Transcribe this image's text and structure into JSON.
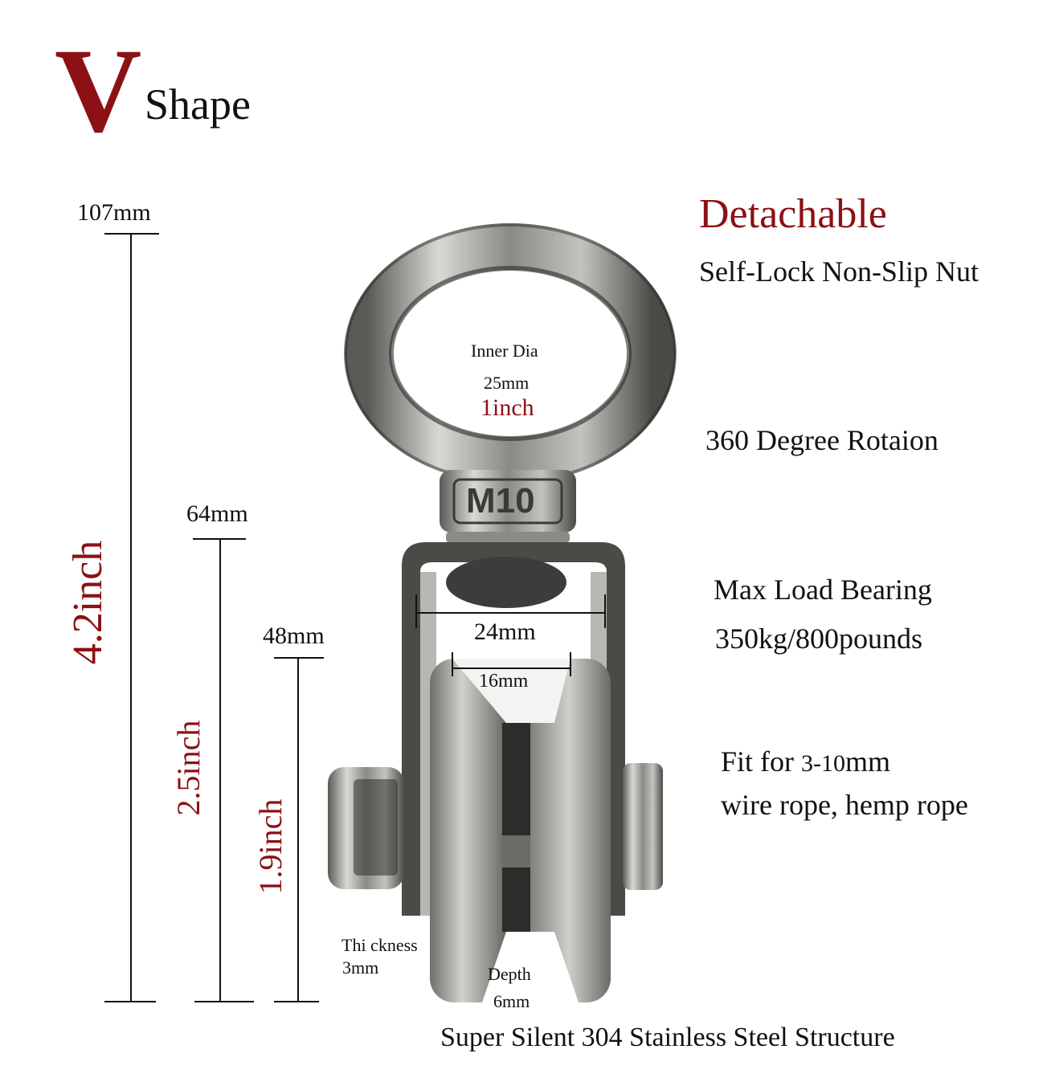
{
  "header": {
    "title_letter": "V",
    "title_word": "Shape"
  },
  "dimensions": {
    "overall_height": {
      "mm": "107mm",
      "inch": "4.2inch"
    },
    "bracket_height": {
      "mm": "64mm",
      "inch": "2.5inch"
    },
    "wheel_height": {
      "mm": "48mm",
      "inch": "1.9inch"
    },
    "bracket_inner_width": "24mm",
    "groove_width": "16mm",
    "ring": {
      "label": "Inner Dia",
      "mm": "25mm",
      "inch": "1inch",
      "thread": "M10"
    },
    "thickness": {
      "label": "Thi ckness",
      "value": "3mm"
    },
    "depth": {
      "label": "Depth",
      "value": "6mm"
    }
  },
  "features": {
    "detachable_title": "Detachable",
    "detachable_sub": "Self-Lock Non-Slip Nut",
    "rotation": "360 Degree Rotaion",
    "load_title": "Max Load Bearing",
    "load_value": "350kg/800pounds",
    "fit_prefix": "Fit for ",
    "fit_range": "3-10",
    "fit_unit": "mm",
    "fit_types": "wire rope, hemp rope"
  },
  "footer": {
    "text": "Super Silent 304 Stainless Steel Structure"
  },
  "colors": {
    "accent_red": "#8b1114",
    "text": "#111111",
    "steel_dark": "#3a3a38",
    "steel_light": "#c9c9c4"
  }
}
